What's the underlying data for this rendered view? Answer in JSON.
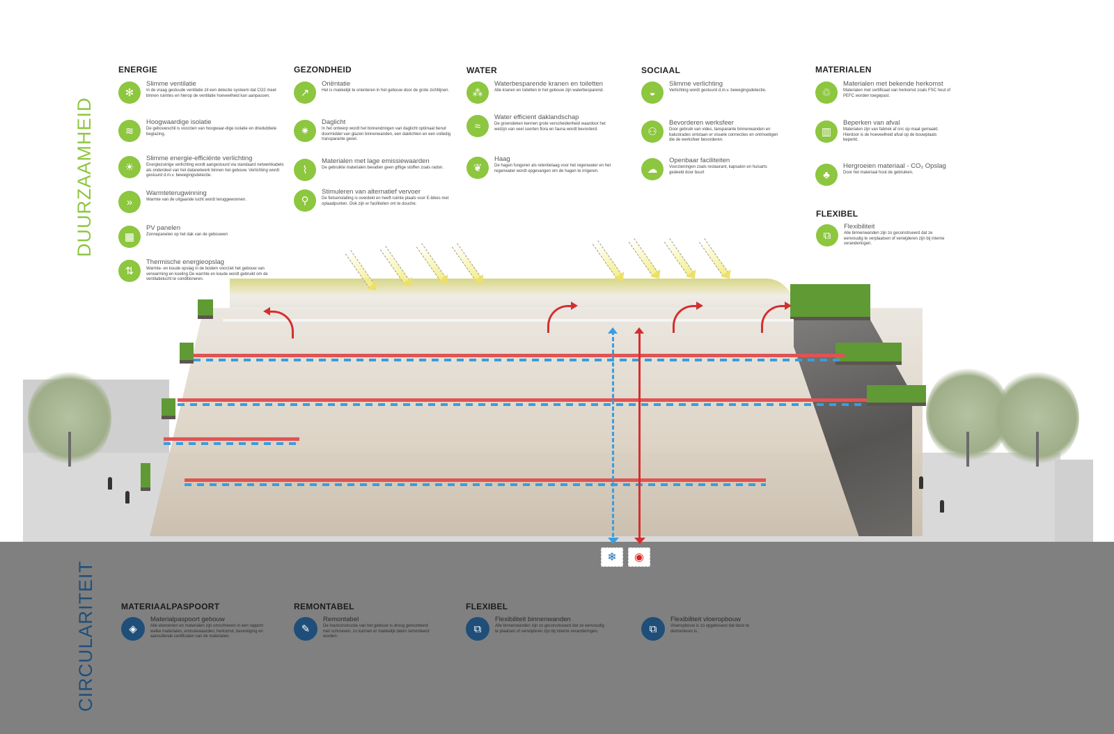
{
  "labels": {
    "top_vertical": "DUURZAAMHEID",
    "bottom_vertical": "CIRCULARITEIT"
  },
  "colors": {
    "green_accent": "#8dc63f",
    "blue_accent": "#1f4e79",
    "heat_red": "#d32f2f",
    "cool_blue": "#3b9ddd",
    "bottom_band": "#808080"
  },
  "sections": {
    "energie": {
      "title": "ENERGIE",
      "items": [
        {
          "icon": "co2-fan-icon",
          "title": "Slimme ventilatie",
          "desc": "In de vraag gestuude ventilatie zit een detectie systeem dat CO2 meet binnen ruimtes en hierop de ventilatie hoeveelheid kan aanpassen."
        },
        {
          "icon": "insulation-icon",
          "title": "Hoogwaardige isolatie",
          "desc": "De gebouwschil is voorzien van hoogwaar-dige isolatie en driedubbele beglazing."
        },
        {
          "icon": "lightbulb-icon",
          "title": "Slimme energie-efficiënte verlichting",
          "desc": "Energiezuinige verlichting wordt aangestuurd via standaard netwerkkabels als onderdeel van het datanetwerk binnen het gebouw. Verlichting wordt gestuurd d.m.v. bewegingsdetectie."
        },
        {
          "icon": "heat-recovery-icon",
          "title": "Warmteterugwinning",
          "desc": "Warmte van de uitgaande lucht wordt teruggewonnen."
        },
        {
          "icon": "solar-panel-icon",
          "title": "PV panelen",
          "desc": "Zonnepanelen op het dak van de gebouwen"
        },
        {
          "icon": "thermal-storage-icon",
          "title": "Thermische energieopslag",
          "desc": "Warmte- en koude opslag in de bodem voorziet het gebouw van verwarming en koeling De warmte en koude wordt gebruikt om de ventilatielucht te conditioneren."
        }
      ]
    },
    "gezondheid": {
      "title": "GEZONDHEID",
      "items": [
        {
          "icon": "arrow-orientation-icon",
          "title": "Oriëntatie",
          "desc": "Het is makkelijk te orienteren in het gebouw door de grote zichtlijnen."
        },
        {
          "icon": "daylight-icon",
          "title": "Daglicht",
          "desc": "In het ontwerp wordt het binnendringen van daglicht optimaal benut doormiddel van glazen binnenwanden, een daklichten en een volledig transparante gevel."
        },
        {
          "icon": "low-emission-icon",
          "title": "Materialen met lage emissiewaarden",
          "desc": "De gebruikte materialen bevatten geen giftige stoffen zoals radon."
        },
        {
          "icon": "bicycle-icon",
          "title": "Stimuleren van alternatief vervoer",
          "desc": "De fietsenstalling is overdekt en heeft ruimte plaats voor E-bikes met oplaadpunten. Ook zijn er faciliteiten om te douche."
        }
      ]
    },
    "water": {
      "title": "WATER",
      "items": [
        {
          "icon": "water-drops-icon",
          "title": "Waterbesparende kranen en toiletten",
          "desc": "Alle kranen en toiletten in het gebouw zijn waterbesparend."
        },
        {
          "icon": "waves-icon",
          "title": "Water efficient daklandschap",
          "desc": "De groendeken kennen grote verscheidenheid waardoor het welzijn van veel soorten flora en fauna wordt bevorderd."
        },
        {
          "icon": "leaf-icon",
          "title": "Haag",
          "desc": "De hagen fungeren als retentielaag voor het regenwater en het regenwater wordt opgevangen om de hagen te irrigeren."
        }
      ]
    },
    "sociaal": {
      "title": "SOCIAAL",
      "items": [
        {
          "icon": "motion-light-icon",
          "title": "Slimme verlichting",
          "desc": "Verlichting wordt gestuurd d.m.v. bewegingsdetectie."
        },
        {
          "icon": "people-meeting-icon",
          "title": "Bevorderen werksfeer",
          "desc": "Door gebruik van vides, tansparante binnenwanden en balustrades ontstaan er visuele connecties en ontmoetigen die de werksfeer bevorderen."
        },
        {
          "icon": "community-icon",
          "title": "Openbaar faciliteiten",
          "desc": "Voorzieningen zoals restaurant, kapsalon en huisarts gedeeld door buurt"
        }
      ]
    },
    "materialen": {
      "title": "MATERIALEN",
      "items": [
        {
          "icon": "fsc-icon",
          "title": "Materialen met bekende herkomst",
          "desc": "Materialen met certificaat van herkomst zoals FSC hout of PEFC worden toegepast."
        },
        {
          "icon": "trash-bin-icon",
          "title": "Beperken van afval",
          "desc": "Materialen zijn van fabriek af cnc op maat gemaakt. Hierdoor is de hoeveelheid afval op de bouwplaats beperkt."
        },
        {
          "icon": "tree-icon",
          "title": "Hergroeien materiaal - CO₂ Opslag",
          "desc": "Door het materiaal hout de gebruiken."
        }
      ]
    },
    "flexibel_top": {
      "title": "FLEXIBEL",
      "items": [
        {
          "icon": "flexible-layout-icon",
          "title": "Flexibiliteit",
          "desc": "Alle binnenwanden zijn zo geconstrueerd dat ze eenvoudig te verplaatsen of verwijderen zijn bij interne veranderingen."
        }
      ]
    },
    "materiaalpaspoort": {
      "title": "MATERIAALPASPOORT",
      "items": [
        {
          "icon": "material-passport-icon",
          "title": "Materialpaspoort gebouw",
          "desc": "Alle elementen en materialen zijn omschreven in een rapport: welke materialen, emissiewaarden, herkomst, bevestiging en aanvullende certificaten van de materialen."
        }
      ]
    },
    "remontabel": {
      "title": "REMONTABEL",
      "items": [
        {
          "icon": "wrench-icon",
          "title": "Remontabel",
          "desc": "De houtconstructie van het gebouw is droog gemonteerd met schroeven, zo kunnen er makkelijk delen remonteerd worden."
        }
      ]
    },
    "flexibel_bottom": {
      "title": "FLEXIBEL",
      "items": [
        {
          "icon": "flexible-walls-icon",
          "title": "Flexibiliteit binnenwanden",
          "desc": "Alle binnenwanden zijn zo geconstrueerd dat ze eenvoudig te plaatsen of verwijderen zijn bij interne veranderingen."
        },
        {
          "icon": "flexible-floor-icon",
          "title": "Flexibiliteit vloeropbouw",
          "desc": "Vloeropbouw is zo opgebouwd dat deze te demonteren is."
        }
      ]
    }
  },
  "legend_boxes": [
    {
      "icon": "cooling-snowflake-icon",
      "glyph": "❄",
      "color": "#1f6fc1"
    },
    {
      "icon": "heating-circle-icon",
      "glyph": "◉",
      "color": "#e02020"
    }
  ],
  "icon_glyphs": {
    "co2-fan-icon": "✻",
    "insulation-icon": "≋",
    "lightbulb-icon": "☀",
    "heat-recovery-icon": "»",
    "solar-panel-icon": "▦",
    "thermal-storage-icon": "⇅",
    "arrow-orientation-icon": "↗",
    "daylight-icon": "✷",
    "low-emission-icon": "⌇",
    "bicycle-icon": "⚲",
    "water-drops-icon": "⁂",
    "waves-icon": "≈",
    "leaf-icon": "❦",
    "motion-light-icon": "◒",
    "people-meeting-icon": "⚇",
    "community-icon": "☁",
    "fsc-icon": "♲",
    "trash-bin-icon": "▥",
    "tree-icon": "♣",
    "flexible-layout-icon": "⧉",
    "material-passport-icon": "◈",
    "wrench-icon": "✎",
    "flexible-walls-icon": "⧉",
    "flexible-floor-icon": "⧉"
  }
}
